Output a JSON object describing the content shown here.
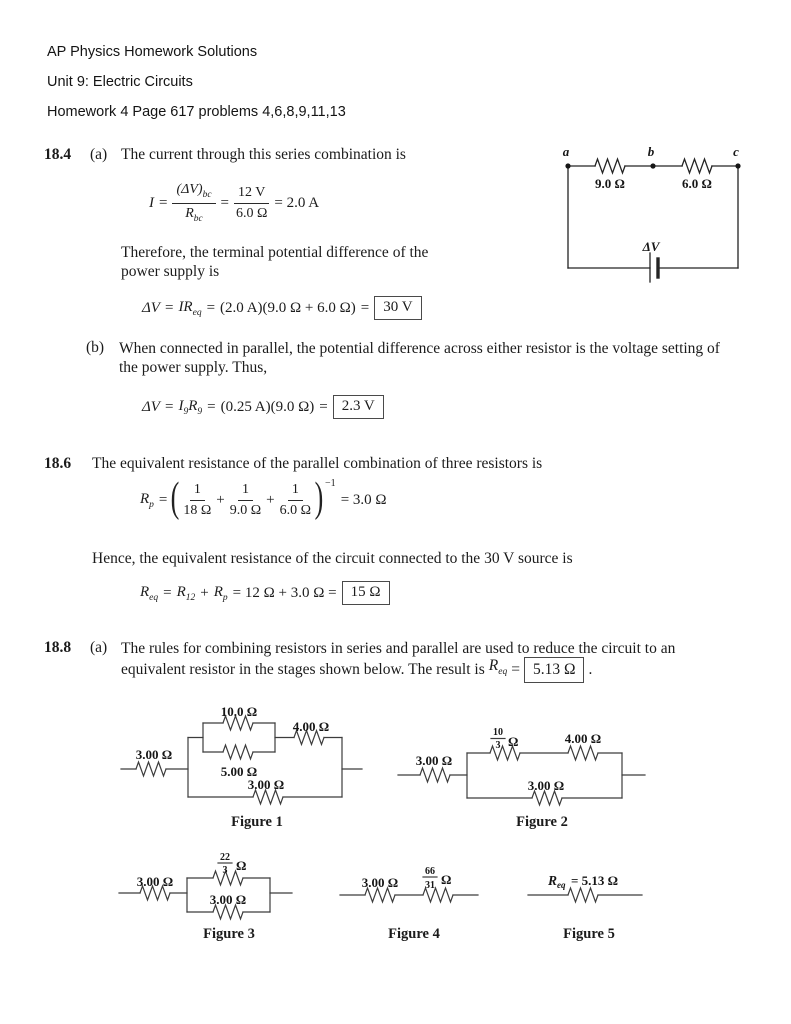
{
  "header": {
    "line1": "AP Physics Homework Solutions",
    "line2": "Unit 9: Electric Circuits",
    "line3": "Homework 4 Page 617 problems 4,6,8,9,11,13"
  },
  "p184": {
    "number": "18.4",
    "part_a_label": "(a)",
    "part_a_text": "The current through this series combination is",
    "eq_current": {
      "lhs": "I",
      "eq1": "=",
      "f1_num": "(ΔV)",
      "f1_num_sub": "bc",
      "f1_den": "R",
      "f1_den_sub": "bc",
      "eq2": "=",
      "f2_num": "12 V",
      "f2_den": "6.0 Ω",
      "result": "= 2.0 A"
    },
    "therefore_line1": "Therefore, the terminal potential difference of the",
    "therefore_line2": "power supply is",
    "eq_terminal": {
      "dv": "ΔV",
      "eq_a": "=",
      "ir": "IR",
      "ir_sub": "eq",
      "eq_b": "=",
      "expr": "(2.0 A)(9.0 Ω + 6.0 Ω)",
      "eq_c": "=",
      "boxed": "30 V"
    },
    "part_b_label": "(b)",
    "part_b_line1": "When connected in parallel, the potential difference across either resistor is the voltage setting of",
    "part_b_line2": "the power supply. Thus,",
    "eq_parallel": {
      "dv": "ΔV",
      "eq_a": "=",
      "i_var": "I",
      "i_sub": "9",
      "r_var": "R",
      "r_sub": "9",
      "eq_b": "=",
      "expr": "(0.25 A)(9.0 Ω)",
      "eq_c": "=",
      "boxed": "2.3 V"
    },
    "circuit": {
      "node_a": "a",
      "node_b": "b",
      "node_c": "c",
      "r1_label": "9.0 Ω",
      "r2_label": "6.0 Ω",
      "battery_label": "ΔV"
    }
  },
  "p186": {
    "number": "18.6",
    "intro_text": "The equivalent resistance of the parallel combination of three resistors is",
    "eq_rp": {
      "lhs": "R",
      "lhs_sub": "p",
      "eq": "=",
      "paren_open": "(",
      "paren_close": ")",
      "f1_num": "1",
      "f1_den": "18 Ω",
      "plus1": "+",
      "f2_num": "1",
      "f2_den": "9.0 Ω",
      "plus2": "+",
      "f3_num": "1",
      "f3_den": "6.0 Ω",
      "exponent": "−1",
      "result": "= 3.0 Ω"
    },
    "hence_text": "Hence, the equivalent resistance of the circuit connected to the 30 V source is",
    "eq_req": {
      "lhs": "R",
      "lhs_sub": "eq",
      "eq1": "=",
      "r12": "R",
      "r12_sub": "12",
      "plus": "+",
      "rp": "R",
      "rp_sub": "p",
      "mid": "= 12 Ω + 3.0 Ω =",
      "boxed": "15 Ω"
    }
  },
  "p188": {
    "number": "18.8",
    "part_a_label": "(a)",
    "line1": "The rules for combining resistors in series and parallel are used to reduce the circuit to an",
    "line2_pre": "equivalent resistor in the stages shown below. The result is",
    "req_var": "R",
    "req_sub": "eq",
    "req_eq": "=",
    "req_boxed": "5.13 Ω",
    "line2_post": ".",
    "fig1": {
      "r_left": "3.00 Ω",
      "r_top": "10.0 Ω",
      "r_inner_bottom": "5.00 Ω",
      "r_series": "4.00 Ω",
      "r_bottom": "3.00 Ω",
      "caption": "Figure 1"
    },
    "fig2": {
      "r_left": "3.00 Ω",
      "frac_num": "10",
      "frac_den": "3",
      "frac_unit": "Ω",
      "r_series": "4.00 Ω",
      "r_bottom": "3.00 Ω",
      "caption": "Figure 2"
    },
    "fig3": {
      "r_left": "3.00 Ω",
      "frac_num": "22",
      "frac_den": "3",
      "frac_unit": "Ω",
      "r_bottom": "3.00 Ω",
      "caption": "Figure 3"
    },
    "fig4": {
      "r1": "3.00 Ω",
      "frac_num": "66",
      "frac_den": "31",
      "frac_unit": "Ω",
      "caption": "Figure 4"
    },
    "fig5": {
      "label_var": "R",
      "label_sub": "eq",
      "label_rest": "= 5.13 Ω",
      "caption": "Figure 5"
    }
  }
}
